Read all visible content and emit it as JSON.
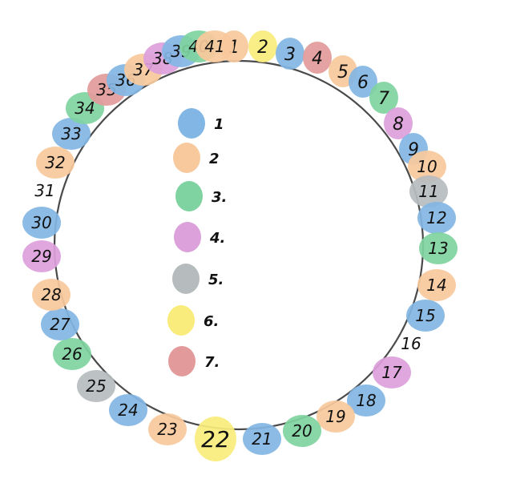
{
  "palette": {
    "blue": "#82b6e4",
    "orange": "#f8c99c",
    "green": "#7fd3a0",
    "pink": "#dca0db",
    "gray": "#b6bcbe",
    "yellow": "#f9ec7c",
    "red": "#e39a9a",
    "ring": "#4a4a4a",
    "text": "#111111"
  },
  "legend": [
    {
      "label": "1",
      "color": "blue"
    },
    {
      "label": "2",
      "color": "orange"
    },
    {
      "label": "3.",
      "color": "green"
    },
    {
      "label": "4.",
      "color": "pink"
    },
    {
      "label": "5.",
      "color": "gray"
    },
    {
      "label": "6.",
      "color": "yellow"
    },
    {
      "label": "7.",
      "color": "red"
    }
  ],
  "markers": [
    {
      "label": "1",
      "color": "orange"
    },
    {
      "label": "2",
      "color": "yellow"
    },
    {
      "label": "3",
      "color": "blue"
    },
    {
      "label": "4",
      "color": "red"
    },
    {
      "label": "5",
      "color": "orange"
    },
    {
      "label": "6",
      "color": "blue"
    },
    {
      "label": "7",
      "color": "green"
    },
    {
      "label": "8",
      "color": "pink"
    },
    {
      "label": "9",
      "color": "blue"
    },
    {
      "label": "10",
      "color": "orange"
    },
    {
      "label": "11",
      "color": "gray"
    },
    {
      "label": "12",
      "color": "blue"
    },
    {
      "label": "13",
      "color": "green"
    },
    {
      "label": "14",
      "color": "orange"
    },
    {
      "label": "15",
      "color": "blue"
    },
    {
      "label": "16",
      "color": null
    },
    {
      "label": "17",
      "color": "pink"
    },
    {
      "label": "18",
      "color": "blue"
    },
    {
      "label": "19",
      "color": "orange"
    },
    {
      "label": "20",
      "color": "green"
    },
    {
      "label": "21",
      "color": "blue"
    },
    {
      "label": "22",
      "color": "yellow"
    },
    {
      "label": "23",
      "color": "orange"
    },
    {
      "label": "24",
      "color": "blue"
    },
    {
      "label": "25",
      "color": "gray"
    },
    {
      "label": "26",
      "color": "green"
    },
    {
      "label": "27",
      "color": "blue"
    },
    {
      "label": "28",
      "color": "orange"
    },
    {
      "label": "29",
      "color": "pink"
    },
    {
      "label": "30",
      "color": "blue"
    },
    {
      "label": "31",
      "color": null
    },
    {
      "label": "32",
      "color": "orange"
    },
    {
      "label": "33",
      "color": "blue"
    },
    {
      "label": "34",
      "color": "green"
    },
    {
      "label": "35",
      "color": "red"
    },
    {
      "label": "36",
      "color": "blue"
    },
    {
      "label": "37",
      "color": "orange"
    },
    {
      "label": "38",
      "color": "pink"
    },
    {
      "label": "39",
      "color": "blue"
    },
    {
      "label": "40",
      "color": "green"
    },
    {
      "label": "41",
      "color": "orange"
    }
  ]
}
